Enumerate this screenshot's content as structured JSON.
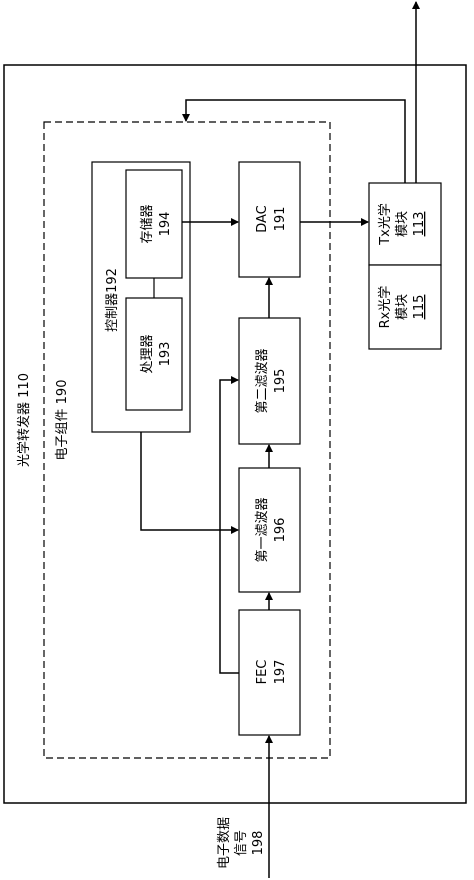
{
  "transceiver": {
    "label": "光学转发器",
    "ref": "110"
  },
  "electronic_assembly": {
    "label": "电子组件",
    "ref": "190"
  },
  "controller": {
    "label": "控制器",
    "ref": "192"
  },
  "memory": {
    "label": "存储器",
    "ref": "194"
  },
  "processor": {
    "label": "处理器",
    "ref": "193"
  },
  "dac": {
    "label": "DAC",
    "ref": "191"
  },
  "second_filter": {
    "label": "第二滤波器",
    "ref": "195"
  },
  "first_filter": {
    "label": "第一滤波器",
    "ref": "196"
  },
  "fec": {
    "label": "FEC",
    "ref": "197"
  },
  "tx_module": {
    "label_line1": "Tx光学",
    "label_line2": "模块",
    "ref": "113"
  },
  "rx_module": {
    "label_line1": "Rx光学",
    "label_line2": "模块",
    "ref": "115"
  },
  "input_signal": {
    "label_line1": "电子数据",
    "label_line2": "信号",
    "ref": "198"
  }
}
